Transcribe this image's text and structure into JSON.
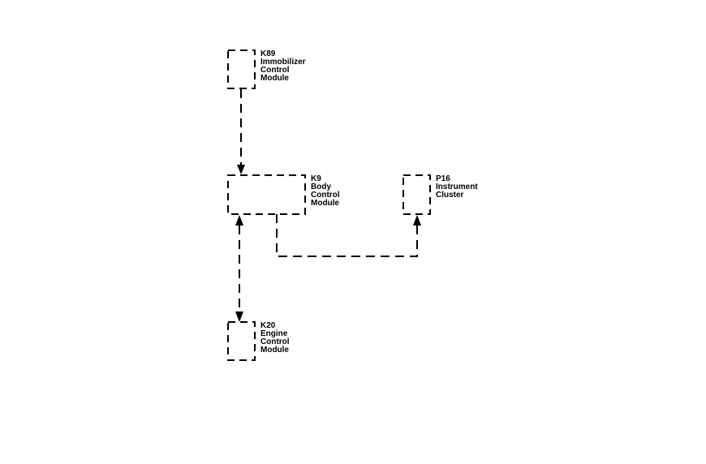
{
  "modules": [
    {
      "id": "k89",
      "lines": [
        "K89",
        "Immobilizer",
        "Control",
        "Module"
      ]
    },
    {
      "id": "k9",
      "lines": [
        "K9",
        "Body",
        "Control",
        "Module"
      ]
    },
    {
      "id": "p16",
      "lines": [
        "P16",
        "Instrument",
        "Cluster"
      ]
    },
    {
      "id": "k20",
      "lines": [
        "K20",
        "Engine",
        "Control",
        "Module"
      ]
    }
  ],
  "connections": [
    {
      "from": "k89",
      "to": "k9",
      "direction": "one-way"
    },
    {
      "from": "k9",
      "to": "k20",
      "direction": "two-way"
    },
    {
      "from": "k9",
      "to": "p16",
      "direction": "one-way"
    }
  ]
}
